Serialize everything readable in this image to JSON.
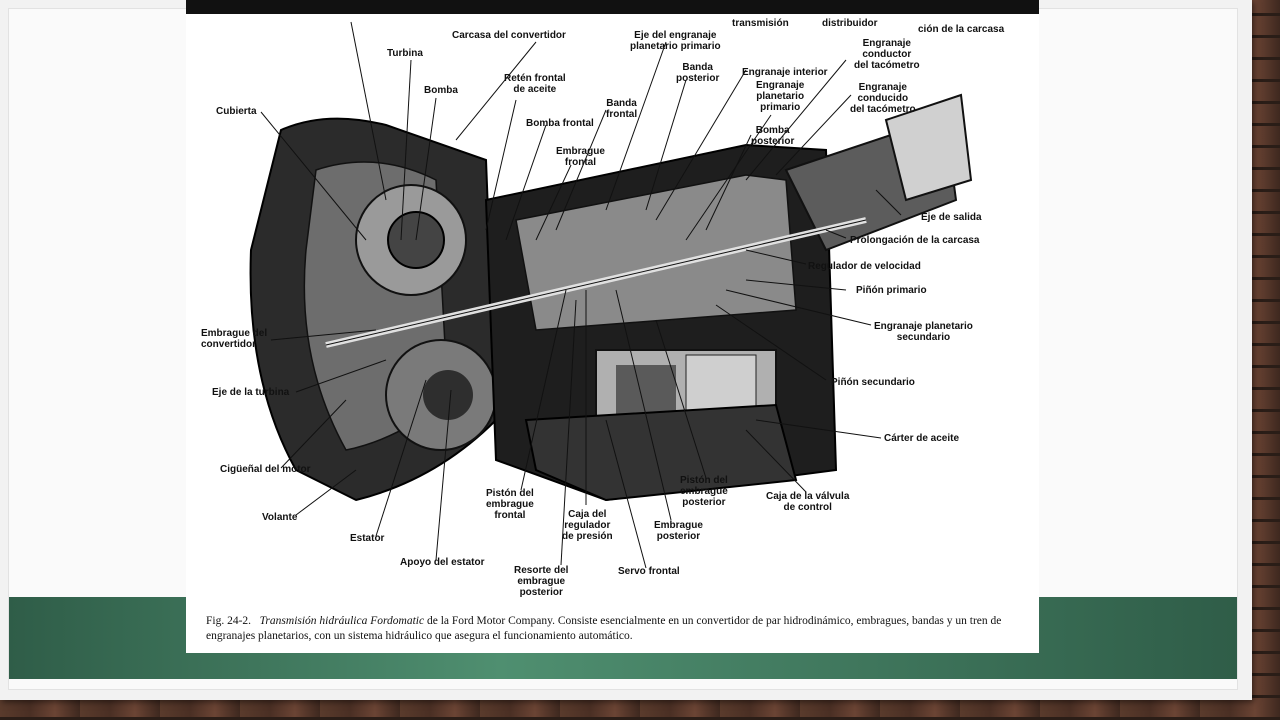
{
  "labels": {
    "transmision": "transmisión",
    "distribuidor": "distribuidor",
    "prolongacion_carcasa_top": "ción de la carcasa",
    "carcasa_convertidor": "Carcasa del convertidor",
    "turbina": "Turbina",
    "bomba": "Bomba",
    "reten_frontal": "Retén frontal\nde aceite",
    "eje_engranaje_planetario": "Eje del engranaje\nplanetario primario",
    "banda_posterior": "Banda\nposterior",
    "engranaje_interior": "Engranaje interior",
    "engranaje_planetario_primario": "Engranaje\nplanetario\nprimario",
    "engranaje_conductor_tacometro": "Engranaje\nconductor\ndel tacómetro",
    "engranaje_conducido_tacometro": "Engranaje\nconducido\ndel tacómetro",
    "cubierta": "Cubierta",
    "bomba_frontal": "Bomba frontal",
    "banda_frontal": "Banda\nfrontal",
    "bomba_posterior": "Bomba\nposterior",
    "embrague_frontal": "Embrague\nfrontal",
    "eje_salida": "Eje de salida",
    "prolongacion_carcasa": "Prolongación de la carcasa",
    "regulador_velocidad": "Regulador de velocidad",
    "pinon_primario": "Piñón primario",
    "engranaje_planetario_secundario": "Engranaje planetario\nsecundario",
    "embrague_convertidor": "Embrague del\nconvertidor",
    "pinon_secundario": "Piñón secundario",
    "eje_turbina": "Eje de la turbina",
    "carter_aceite": "Cárter de aceite",
    "ciguenal_motor": "Cigüeñal del motor",
    "caja_valvula_control": "Caja de la válvula\nde control",
    "piston_embrague_posterior": "Pistón del\nembrague\nposterior",
    "piston_embrague_frontal": "Pistón del\nembrague\nfrontal",
    "volante": "Volante",
    "caja_regulador_presion": "Caja del\nregulador\nde presión",
    "embrague_posterior": "Embrague\nposterior",
    "estator": "Estator",
    "apoyo_estator": "Apoyo del estator",
    "servo_frontal": "Servo frontal",
    "resorte_embrague": "Resorte del\nembrague\nposterior"
  },
  "caption": {
    "fig": "Fig. 24-2.",
    "title": "Transmisión hidráulica Fordomatic",
    "text": " de la Ford Motor Company. Consiste esencialmente en un convertidor de par hidrodinámico, embragues, bandas y un tren de engranajes planetarios, con un sistema hidráulico que asegura el funcionamiento automático."
  },
  "colors": {
    "band_green": "#3f7a5e",
    "brick": "#4a2f24",
    "ink": "#111111"
  }
}
